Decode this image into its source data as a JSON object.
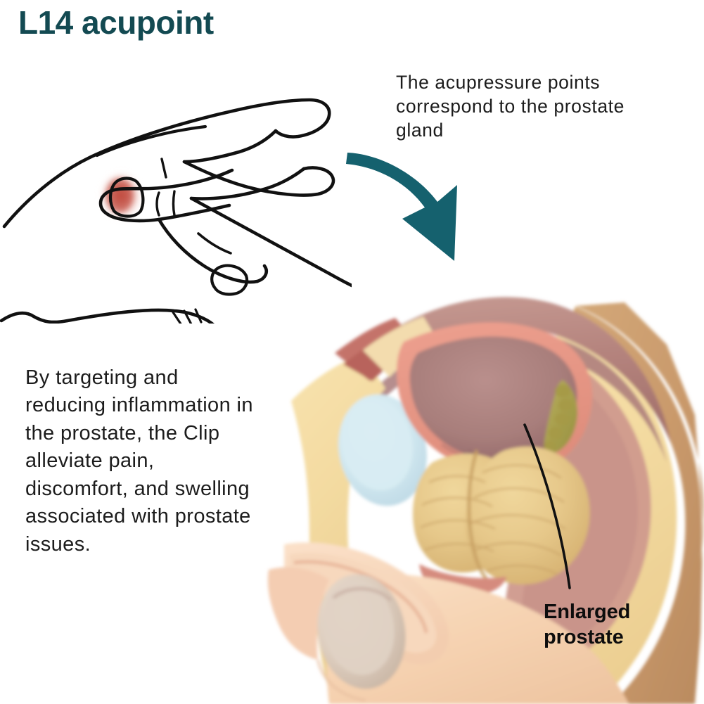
{
  "header": {
    "title": "L14 acupoint"
  },
  "callouts": {
    "top": "The acupressure points correspond to the prostate gland",
    "left": "By targeting and reducing inflammation in the prostate, the Clip alleviate pain, discomfort, and swelling associated with prostate issues."
  },
  "labels": {
    "enlarged_prostate": "Enlarged prostate"
  },
  "colors": {
    "title_teal": "#134a52",
    "arrow_teal": "#15616e",
    "body_text": "#1c1c1c",
    "label_text": "#0d0d0d",
    "acupoint_red": "#b93a2e",
    "prostate_tan": "#e6c88a",
    "bladder_pink": "#e89a8a",
    "bladder_lumen": "#a87e7b",
    "pubic_bone_blue": "#d2e8f0",
    "fat_yellow": "#f3daa0",
    "outer_skin_tan": "#c9996b",
    "muscle_mauve": "#b5847e",
    "background": "#ffffff"
  },
  "illustrations": {
    "hand": {
      "name": "hand-acupoint-illustration",
      "style": "black line art",
      "marker": "red glow at L1.4 / LI4 point between thumb and index finger"
    },
    "arrow": {
      "name": "curved-arrow-icon",
      "direction": "down-right",
      "style": "solid filled curved arrow"
    },
    "anatomy": {
      "name": "prostate-anatomy-illustration",
      "view": "male pelvis midsagittal cross-section",
      "structures": [
        "bladder",
        "bladder lumen",
        "enlarged prostate",
        "seminal vesicle",
        "pubic bone",
        "rectum / pelvic mass",
        "subcutaneous fat layer",
        "abdominal muscle layer",
        "penis",
        "testis",
        "urethra"
      ]
    }
  }
}
